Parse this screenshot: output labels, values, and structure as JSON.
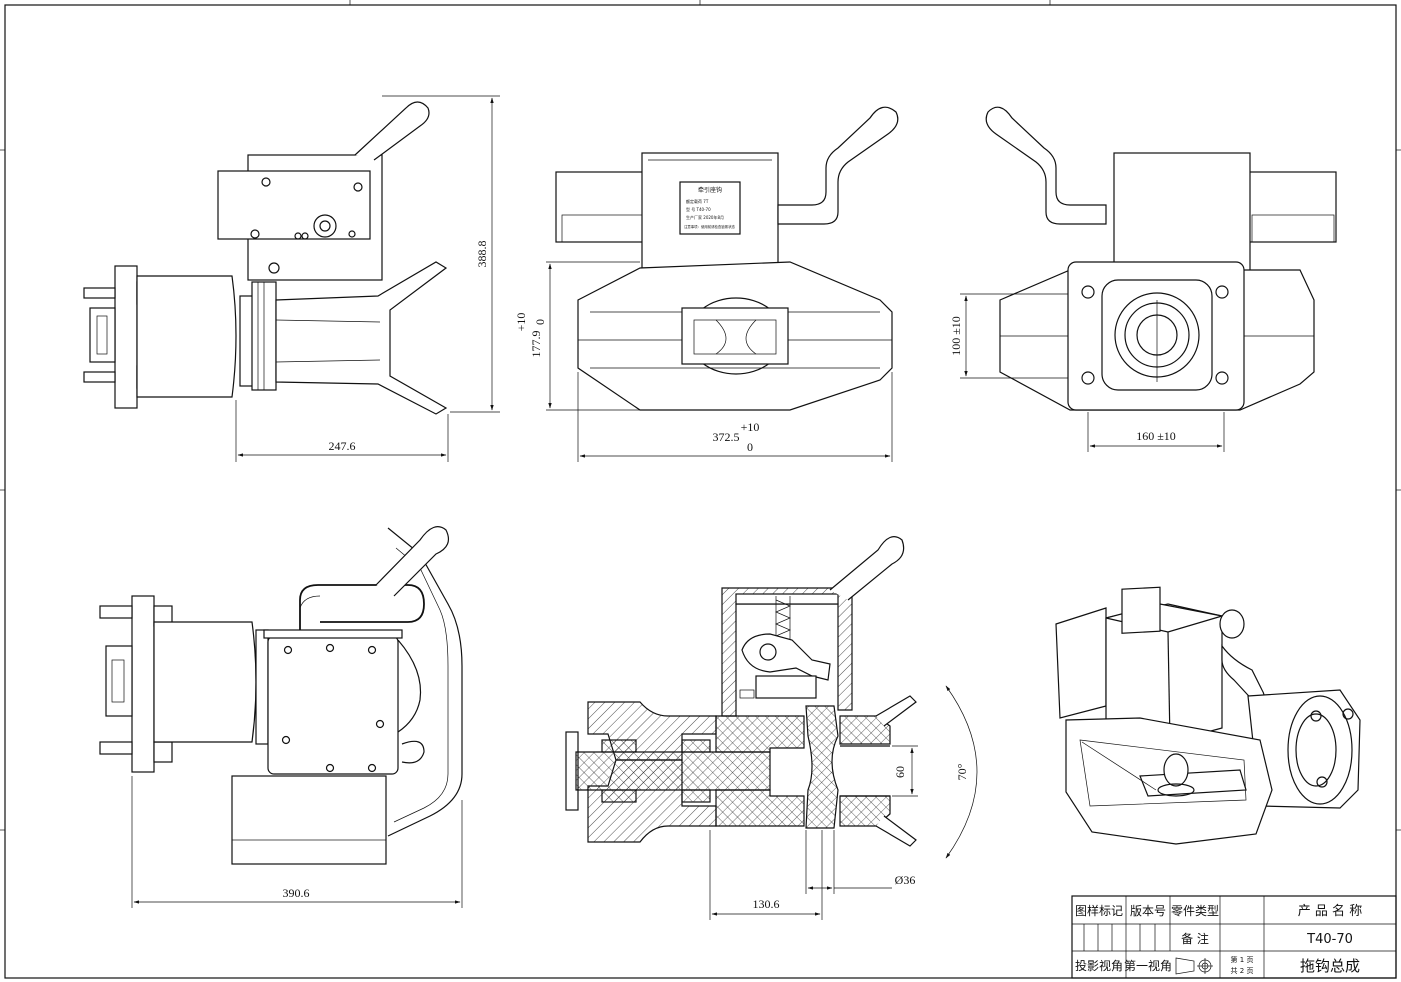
{
  "dimensions": {
    "side_width": "247.6",
    "side_height": "388.8",
    "front_height_value": "177.9",
    "front_height_tol_upper": "+10",
    "front_height_tol_lower": "0",
    "front_width_value": "372.5",
    "front_width_tol_upper": "+10",
    "front_width_tol_lower": "0",
    "rear_height": "100 ±10",
    "rear_width": "160 ±10",
    "top_width": "390.6",
    "section_length": "130.6",
    "section_bore": "60",
    "section_angle": "70°",
    "section_pin_diameter": "Ø36"
  },
  "plate": {
    "label": "牵引座钩",
    "rows": [
      "额定载荷 7T",
      "型 号 T40-70",
      "生产厂家 2020年8月"
    ],
    "warning": "注意事项：使用前请检查锁紧状态"
  },
  "title_block": {
    "drawing_mark": "图样标记",
    "version_no": "版本号",
    "part_type": "零件类型",
    "product_name_label": "产 品 名 称",
    "remark": "备 注",
    "product_code": "T40-70",
    "projection": "投影视角",
    "first_angle": "第一视角",
    "sheet_page": "第 1 页",
    "sheet_total": "共 2 页",
    "product_title": "拖钩总成"
  }
}
